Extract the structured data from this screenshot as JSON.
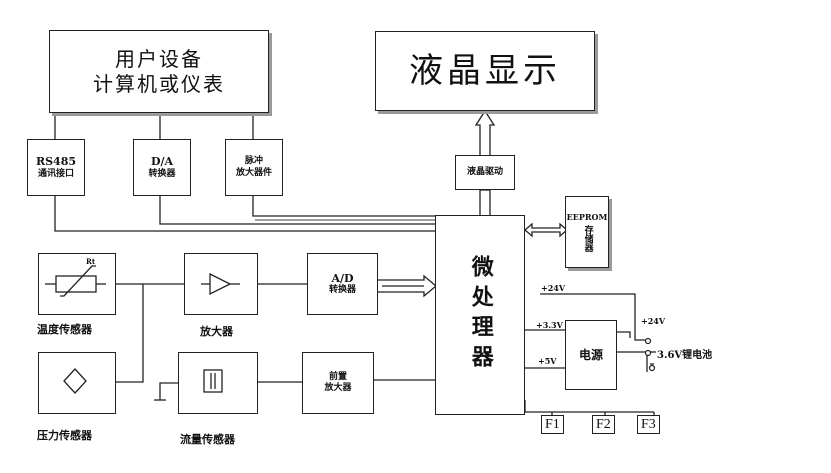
{
  "blocks": {
    "user_device_line1": "用户设备",
    "user_device_line2": "计算机或仪表",
    "lcd_display": "液晶显示",
    "rs485_line1": "RS485",
    "rs485_line2": "通讯接口",
    "da_line1": "D/A",
    "da_line2": "转换器",
    "pulse_line1": "脉冲",
    "pulse_line2": "放大器件",
    "lcd_driver": "液晶驱动",
    "eeprom_line1": "EEPROM",
    "eeprom_line2": "存储器",
    "ad_line1": "A/D",
    "ad_line2": "转换器",
    "mcu": "微处理器",
    "power": "电源",
    "preamp_line1": "前置",
    "preamp_line2": "放大器"
  },
  "labels": {
    "temp_sensor": "温度传感器",
    "pressure_sensor": "压力传感器",
    "amplifier": "放大器",
    "flow_sensor": "流量传感器",
    "thermistor_mark": "Rt",
    "v24_in": "+24V",
    "v33": "+3.3V",
    "v5": "+5V",
    "v24_out": "+24V",
    "battery": "3.6V锂电池",
    "f1": "F1",
    "f2": "F2",
    "f3": "F3"
  }
}
